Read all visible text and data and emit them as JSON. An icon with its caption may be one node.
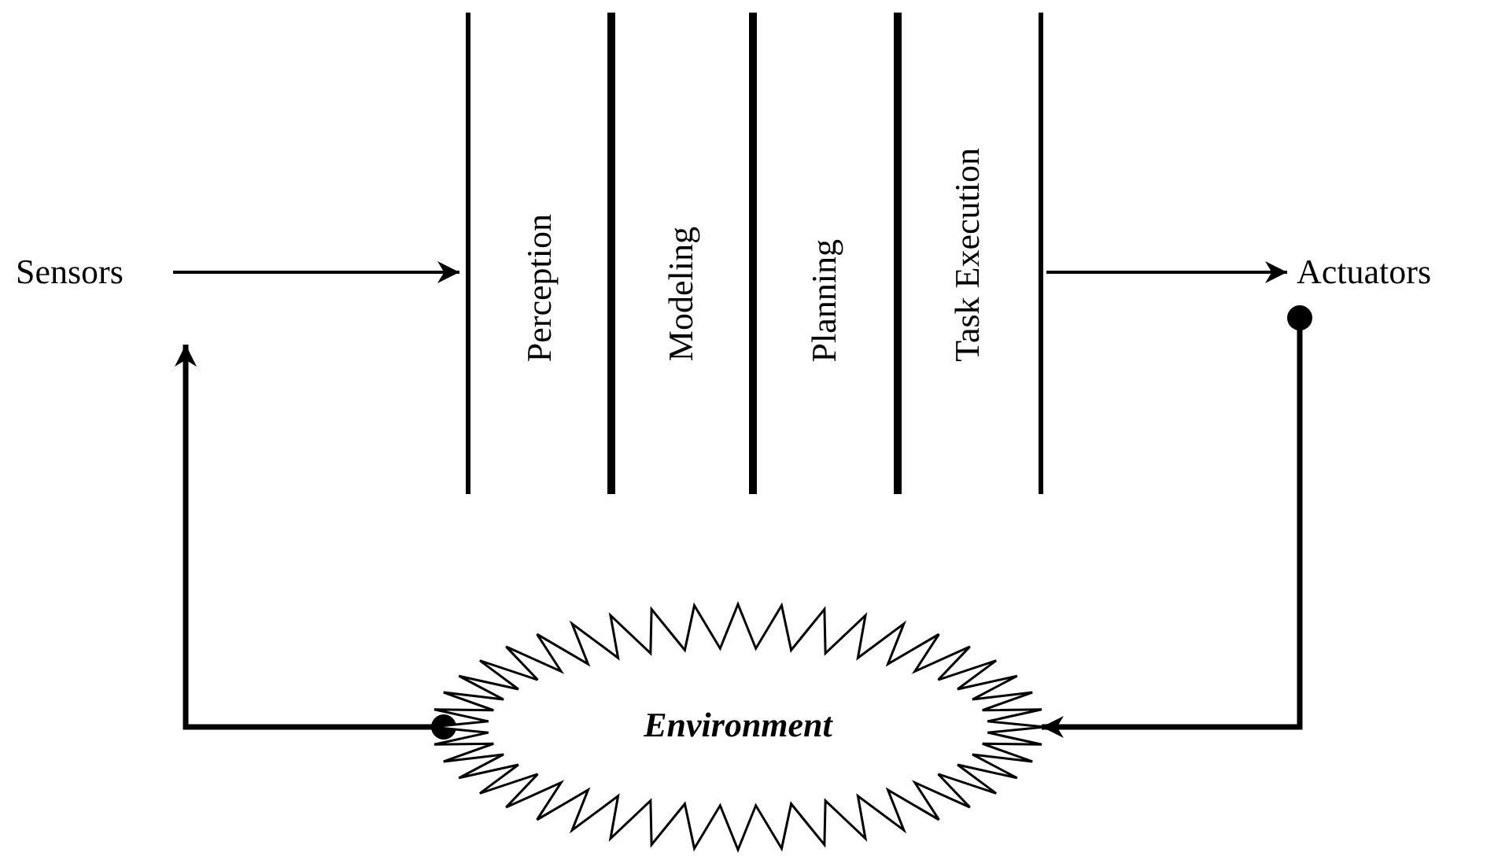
{
  "diagram": {
    "nodes": [
      {
        "text": [
          "Sensors"
        ]
      },
      {
        "text": [
          "Perception"
        ]
      },
      {
        "text": [
          "Modeling"
        ]
      },
      {
        "text": [
          "Planning"
        ]
      },
      {
        "text": [
          "Task Execution"
        ]
      },
      {
        "text": [
          "Actuators"
        ]
      },
      {
        "text": [
          "Environment"
        ]
      }
    ],
    "edges": [
      {
        "from": 0,
        "to": 1,
        "arrow": "to"
      },
      {
        "from": 4,
        "to": 5,
        "arrow": "to"
      },
      {
        "from": 5,
        "to": 6,
        "arrow": "to"
      },
      {
        "from": 6,
        "to": 0,
        "arrow": "to"
      }
    ]
  }
}
